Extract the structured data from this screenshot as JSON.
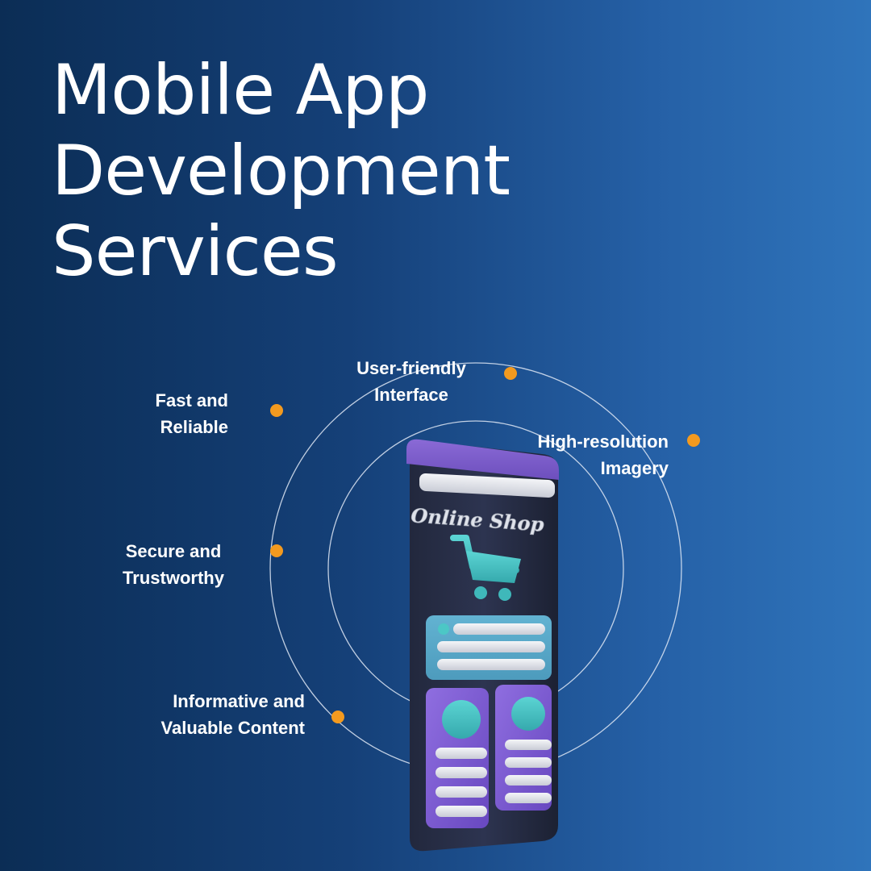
{
  "heading": {
    "line1": "Mobile App",
    "line2": "Development",
    "line3": "Services"
  },
  "features": [
    {
      "line1": "User-friendly",
      "line2": "Interface"
    },
    {
      "line1": "Fast and",
      "line2": "Reliable"
    },
    {
      "line1": "High-resolution",
      "line2": "Imagery"
    },
    {
      "line1": "Secure and",
      "line2": "Trustworthy"
    },
    {
      "line1": "Informative and",
      "line2": "Valuable Content"
    }
  ],
  "phone": {
    "logo_text": "Online Shop",
    "icon": "shopping-cart-icon"
  },
  "colors": {
    "background_start": "#0b2d55",
    "background_end": "#2f74bb",
    "accent_dot": "#f39a1f",
    "phone_purple": "#7b5cc8",
    "phone_teal": "#48c2c4"
  }
}
